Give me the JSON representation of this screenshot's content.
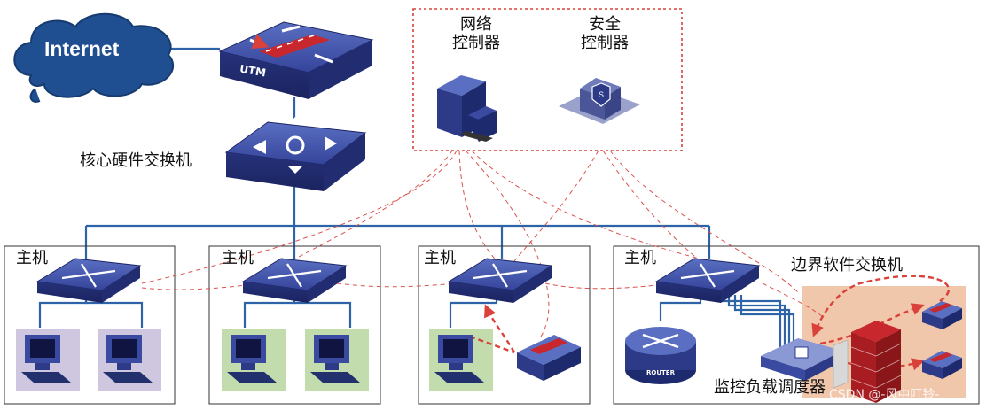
{
  "cloud_label": "Internet",
  "utm_label": "UTM",
  "core_switch_label": "核心硬件交换机",
  "network_controller_label": [
    "网络",
    "控制器"
  ],
  "security_controller_label": [
    "安全",
    "控制器"
  ],
  "host_label": "主机",
  "edge_switch_label": "边界软件交换机",
  "router_label": "ROUTER",
  "monitor_label": "监控负载调度器",
  "watermark": "CSDN @-风中叮铃-",
  "colors": {
    "device_blue": "#2f3f8f",
    "link_blue": "#2e63a8",
    "dashed_red": "#d9534f",
    "controller_box": "#d9413a",
    "pc_bg_purple": "#cfc6df",
    "pc_bg_green": "#c2dcae",
    "edge_bg": "#f1c7ac"
  }
}
